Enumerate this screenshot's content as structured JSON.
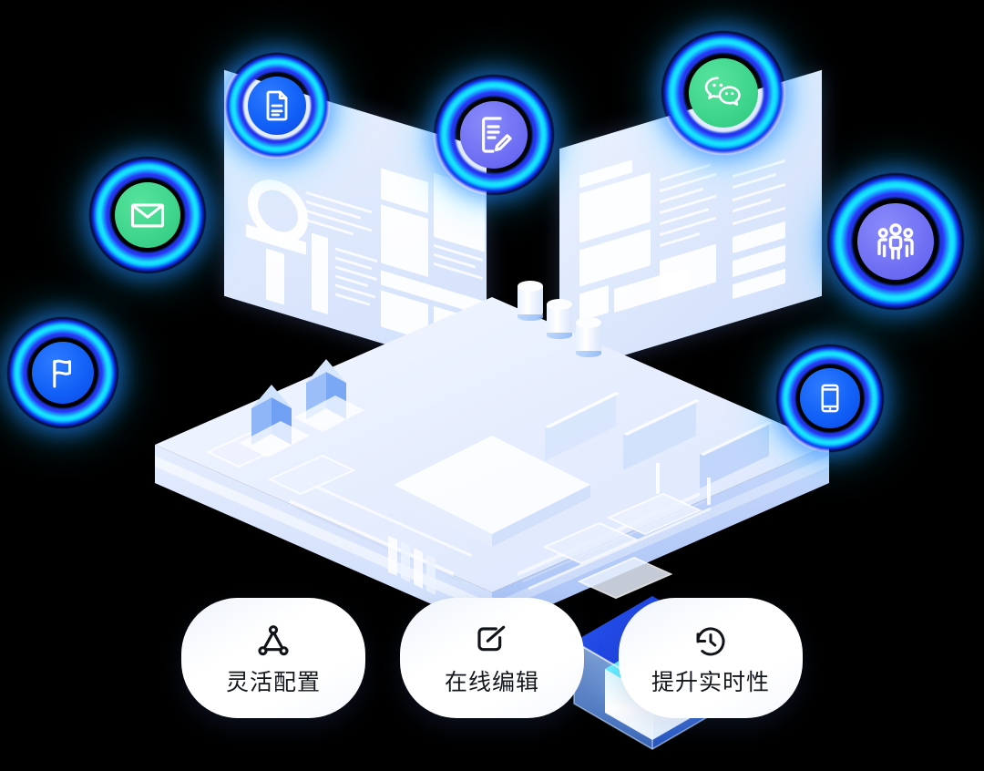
{
  "scene": {
    "title": "协同办公平台 3D 场景插图",
    "background": "#000000"
  },
  "colors": {
    "ring_outer": "#1a3ce8",
    "ring_inner": "#19e8ff",
    "disc_blue": "#1261f7",
    "disc_green": "#3ed48c",
    "disc_purple": "#6f6ff4",
    "card_text": "#14181f",
    "panel_fill": "#e3ecfd",
    "cube_glass": "#1f4fe8",
    "cube_core": "#35e6ff"
  },
  "badges": [
    {
      "id": "document",
      "icon": "document-icon",
      "disc": "blue",
      "label": "文档"
    },
    {
      "id": "mail",
      "icon": "mail-icon",
      "disc": "green",
      "label": "邮件"
    },
    {
      "id": "flag",
      "icon": "flag-icon",
      "disc": "blue",
      "label": "标记"
    },
    {
      "id": "edit-doc",
      "icon": "edit-document-icon",
      "disc": "purple",
      "label": "在线编辑"
    },
    {
      "id": "wechat",
      "icon": "wechat-icon",
      "disc": "green",
      "label": "微信"
    },
    {
      "id": "team",
      "icon": "team-icon",
      "disc": "purple",
      "label": "团队协作"
    },
    {
      "id": "mobile",
      "icon": "mobile-phone-icon",
      "disc": "blue",
      "label": "移动端"
    }
  ],
  "panels": [
    {
      "id": "left-dashboard",
      "label": "数据看板"
    },
    {
      "id": "right-dashboard",
      "label": "文档视图"
    }
  ],
  "cards": [
    {
      "id": "flexible-config",
      "icon": "triangle-nodes-icon",
      "label": "灵活配置"
    },
    {
      "id": "online-edit",
      "icon": "edit-square-icon",
      "label": "在线编辑"
    },
    {
      "id": "realtime",
      "icon": "history-clock-icon",
      "label": "提升实时性"
    }
  ]
}
